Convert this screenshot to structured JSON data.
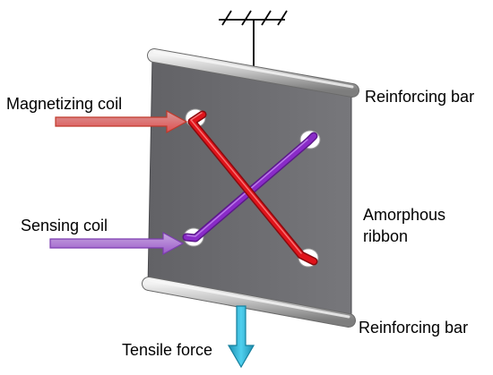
{
  "labels": {
    "magnetizing_coil": "Magnetizing coil",
    "sensing_coil": "Sensing coil",
    "reinforcing_bar_top": "Reinforcing bar",
    "reinforcing_bar_bottom": "Reinforcing bar",
    "amorphous_ribbon_line1": "Amorphous",
    "amorphous_ribbon_line2": "ribbon",
    "tensile_force": "Tensile force"
  },
  "colors": {
    "ribbon": "#6e6e72",
    "bar": "#bdbdbd",
    "magnetizing_coil": "#e0141b",
    "sensing_coil": "#8a2bc8",
    "magnetizing_arrow": "#e05050",
    "sensing_arrow": "#9b59c9",
    "tensile_arrow": "#2bb6d8"
  }
}
